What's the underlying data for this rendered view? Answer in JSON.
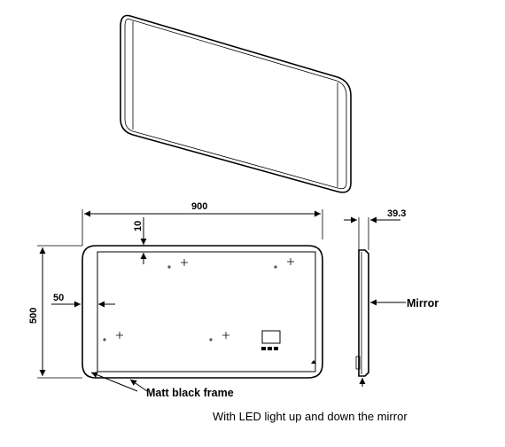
{
  "dimensions": {
    "width": "900",
    "height": "500",
    "top_offset": "10",
    "side_offset": "50",
    "depth": "39.3"
  },
  "labels": {
    "mirror": "Mirror",
    "frame": "Matt black frame",
    "caption": "With LED light up and down the mirror"
  },
  "icons": {
    "sparkle": "sparkle-icon",
    "clock_display": "digital-clock-icon",
    "touch_sensor": "touch-sensor-icon"
  }
}
